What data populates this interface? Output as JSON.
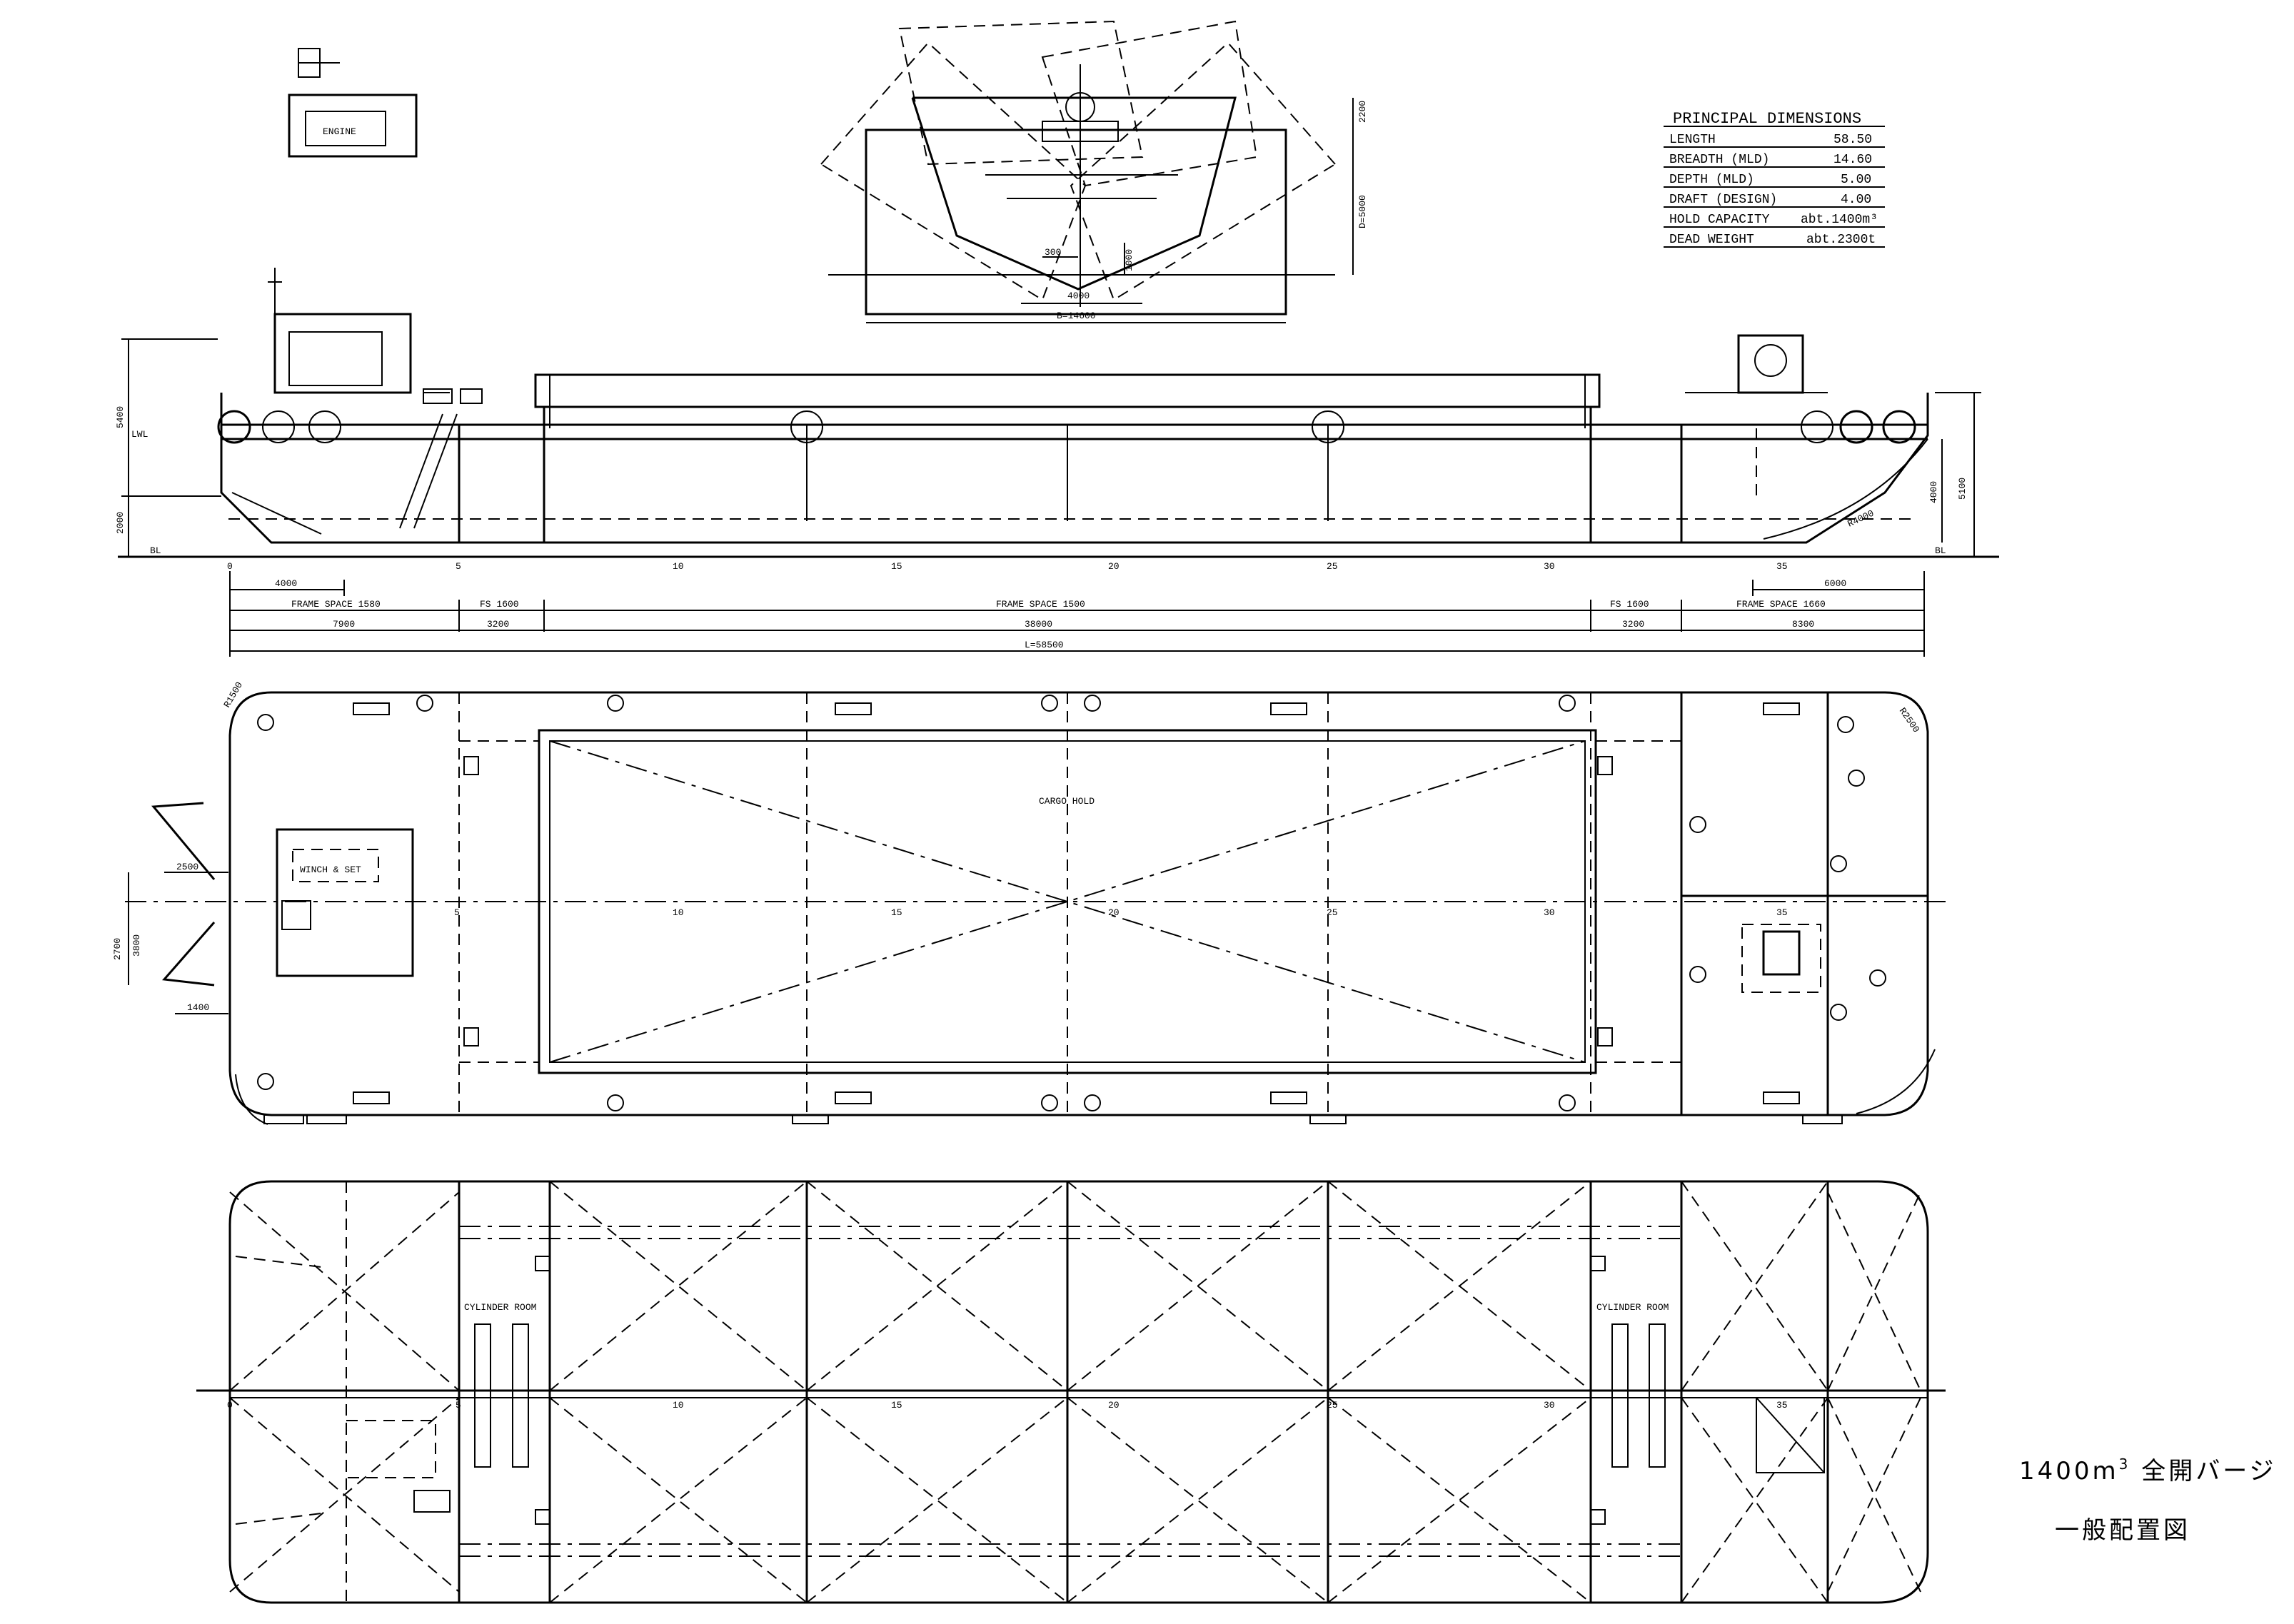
{
  "engine_label": "ENGINE",
  "principal_dimensions": {
    "heading": "PRINCIPAL DIMENSIONS",
    "rows": [
      {
        "label": "LENGTH",
        "value": "58.50"
      },
      {
        "label": "BREADTH (MLD)",
        "value": "14.60"
      },
      {
        "label": "DEPTH (MLD)",
        "value": "5.00"
      },
      {
        "label": "DRAFT (DESIGN)",
        "value": "4.00"
      },
      {
        "label": "HOLD CAPACITY",
        "value": "abt.1400m³"
      },
      {
        "label": "DEAD WEIGHT",
        "value": "abt.2300t"
      }
    ]
  },
  "section_dims": {
    "top": "2200",
    "depth": "D=5000",
    "w300": "300",
    "h1000": "1000",
    "w4000": "4000",
    "breadth": "B=14600"
  },
  "profile_dims": {
    "h5400": "5400",
    "lwl": "LWL",
    "h2000": "2000",
    "bl": "BL",
    "h5100": "5100",
    "h4000r": "4000",
    "bl_r": "BL",
    "r4000": "R4000",
    "frames": [
      "0",
      "5",
      "10",
      "15",
      "20",
      "25",
      "30",
      "35"
    ],
    "d4000": "4000",
    "d6000": "6000",
    "fs1": "FRAME SPACE  1580",
    "fs2": "FS 1600",
    "fs3": "FRAME SPACE   1500",
    "fs4": "FS  1600",
    "fs5": "FRAME SPACE 1660",
    "l7900": "7900",
    "l3200a": "3200",
    "l38000": "38000",
    "l3200b": "3200",
    "l8300": "8300",
    "total": "L=58500"
  },
  "deck_plan": {
    "cargo_hold": "CARGO HOLD",
    "winch": "WINCH & SET",
    "radius_l": "R1500",
    "radius_r": "R2500",
    "d2500": "2500",
    "d2700": "2700",
    "d3800": "3800",
    "d1400": "1400",
    "frames": [
      "5",
      "10",
      "15",
      "20",
      "25",
      "30",
      "35"
    ]
  },
  "hold_plan": {
    "cyl_left": "CYLINDER ROOM",
    "cyl_right": "CYLINDER ROOM",
    "frames": [
      "0",
      "5",
      "10",
      "15",
      "20",
      "25",
      "30",
      "35"
    ]
  },
  "title": {
    "line1_num": "1400m",
    "line1_sup": "3",
    "line1_rest": " 全開バージ",
    "line2": "一般配置図"
  }
}
